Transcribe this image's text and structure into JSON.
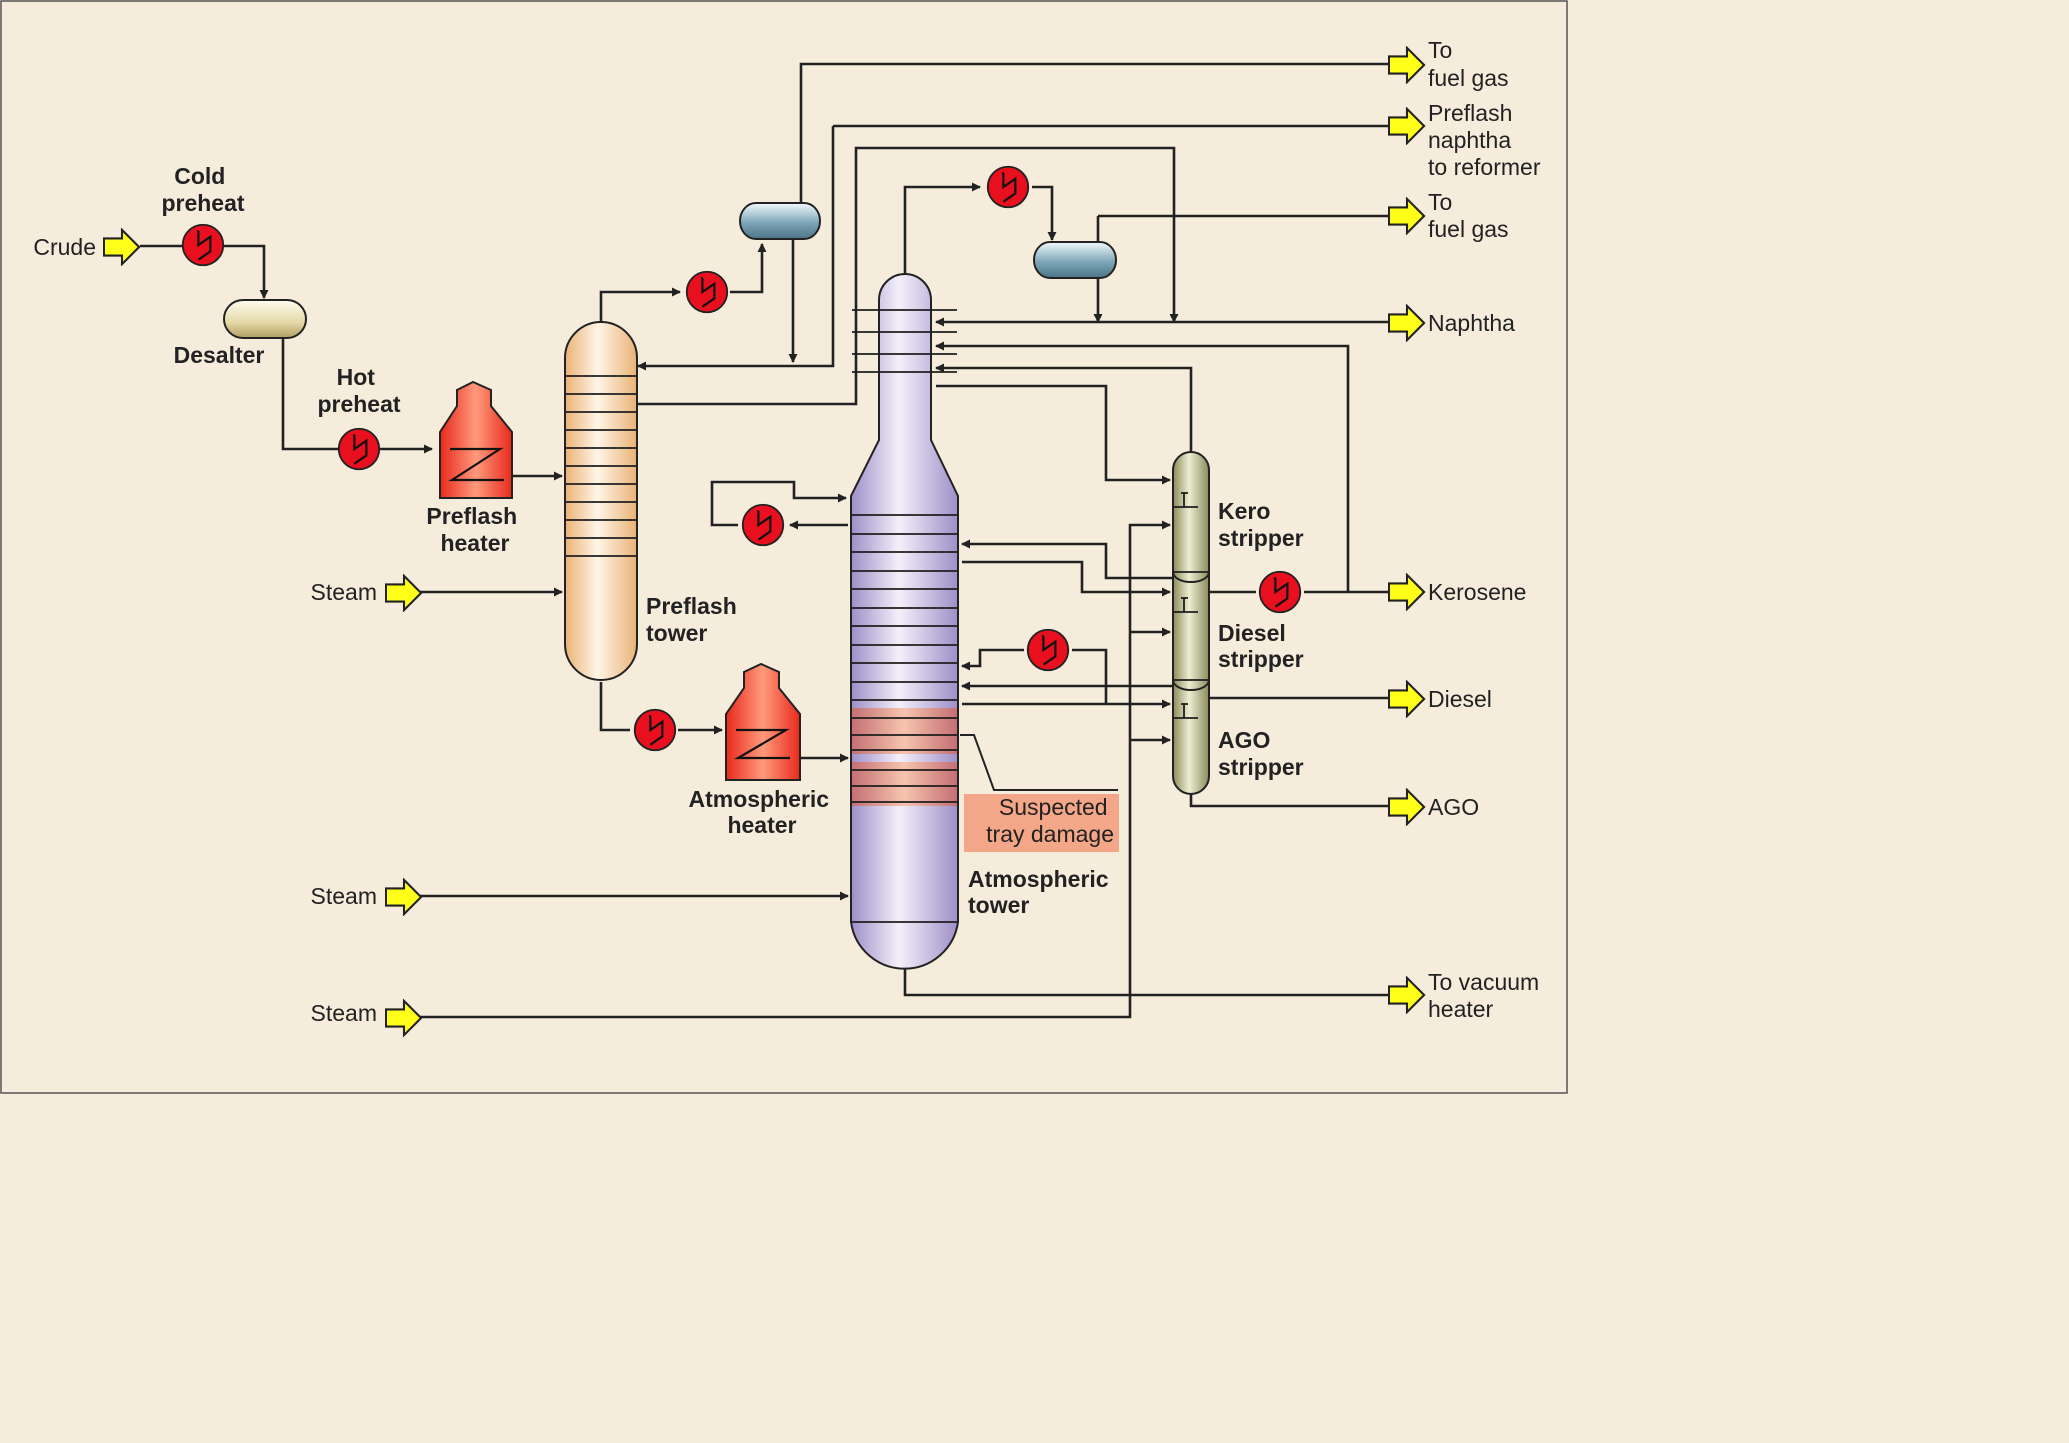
{
  "labels": {
    "crude": "Crude",
    "cold_preheat": [
      "Cold",
      "preheat"
    ],
    "desalter": "Desalter",
    "hot_preheat": [
      "Hot",
      "preheat"
    ],
    "preflash_heater": [
      "Preflash",
      "heater"
    ],
    "steam_1": "Steam",
    "preflash_tower": [
      "Preflash",
      "tower"
    ],
    "atmospheric_heater": [
      "Atmospheric",
      "heater"
    ],
    "steam_2": "Steam",
    "steam_3": "Steam",
    "atmospheric_tower": [
      "Atmospheric",
      "tower"
    ],
    "suspected_tray_damage": [
      "Suspected",
      "tray damage"
    ],
    "kero_stripper": [
      "Kero",
      "stripper"
    ],
    "diesel_stripper": [
      "Diesel",
      "stripper"
    ],
    "ago_stripper": [
      "AGO",
      "stripper"
    ]
  },
  "outputs": {
    "fuel_gas_1": [
      "To",
      "fuel gas"
    ],
    "preflash_naphtha": [
      "Preflash",
      "naphtha",
      "to reformer"
    ],
    "fuel_gas_2": [
      "To",
      "fuel gas"
    ],
    "naphtha": "Naphtha",
    "kerosene": "Kerosene",
    "diesel": "Diesel",
    "ago": "AGO",
    "vacuum_heater": [
      "To vacuum",
      "heater"
    ]
  },
  "colors": {
    "background": "#f6ecdc",
    "feed_arrow": "#ffff1a",
    "exchanger": "#e8101e",
    "heater": "#ee4a34",
    "preflash_tower": "#f8d6a6",
    "atmospheric_tower": "#c2b6dc",
    "stripper": "#c2c096",
    "drum": "#8ab0c0",
    "damage_highlight": "#f4a688"
  }
}
